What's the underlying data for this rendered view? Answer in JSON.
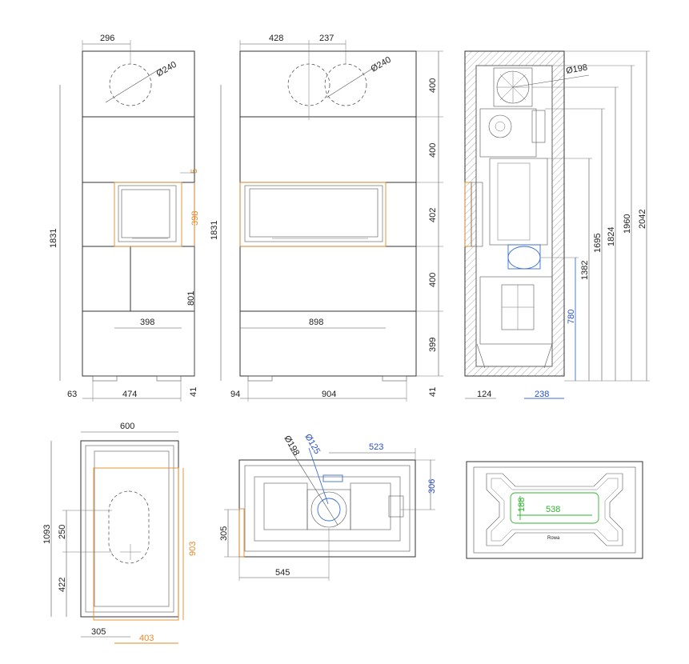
{
  "colors": {
    "line": "#333333",
    "orange": "#e08a2a",
    "blue": "#2a4ec8",
    "green": "#2db52d"
  },
  "front_small": {
    "width_top": "296",
    "diameter": "Ø240",
    "gap": "5",
    "door_h": "398",
    "height_total": "1831",
    "lower_h": "801",
    "fire_w": "398",
    "offset_left": "63",
    "base_w": "474",
    "foot_h": "41"
  },
  "front_large": {
    "top_a": "428",
    "top_b": "237",
    "diameter": "Ø240",
    "height_total": "1831",
    "fire_w": "898",
    "offset_left": "94",
    "base_w": "904",
    "foot_h": "41",
    "seg_1": "400",
    "seg_2": "400",
    "seg_3": "402",
    "seg_4": "400",
    "seg_5": "399"
  },
  "section": {
    "pipe": "Ø198",
    "h_2042": "2042",
    "h_1960": "1960",
    "h_1824": "1824",
    "h_1695": "1695",
    "h_1382": "1382",
    "h_780": "780",
    "b_124": "124",
    "b_238": "238"
  },
  "plan_left": {
    "width": "600",
    "depth": "1093",
    "d_250": "250",
    "d_422": "422",
    "d_903": "903",
    "w_305": "305",
    "w_403": "403"
  },
  "plan_middle": {
    "d_198": "Ø198",
    "d_125": "Ø125",
    "w_523": "523",
    "h_306": "306",
    "h_305": "305",
    "w_545": "545"
  },
  "plan_right": {
    "h_188": "188",
    "w_538": "538",
    "brand": "Rowa"
  }
}
